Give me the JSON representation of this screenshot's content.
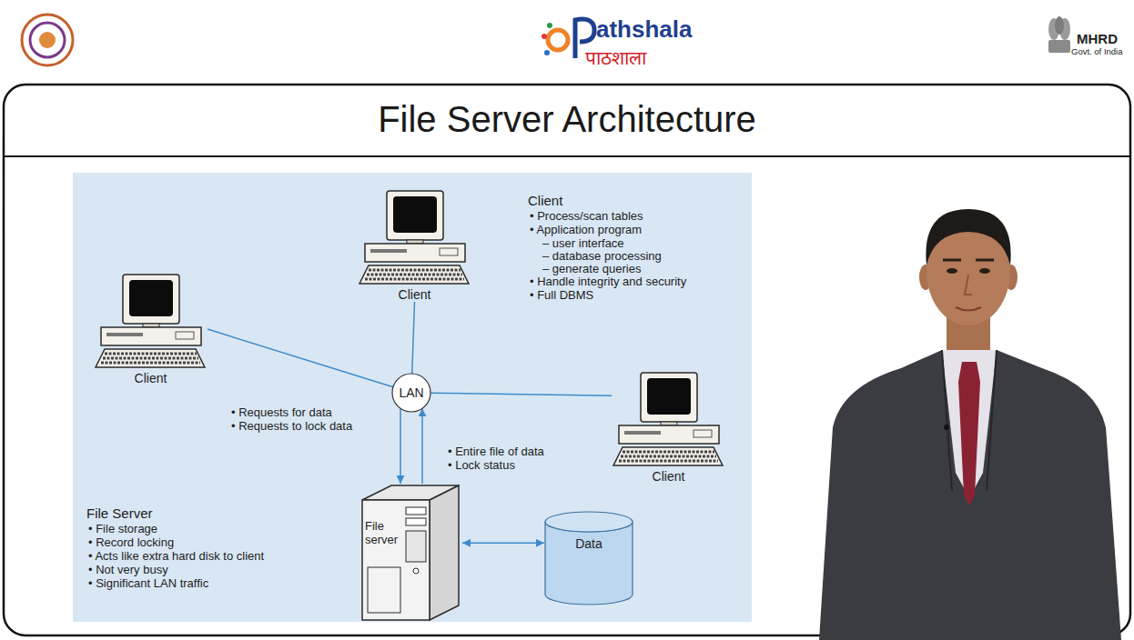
{
  "diagram": {
    "title": "File Server Architecture",
    "nodes": [
      {
        "text": [
          "Client"
        ]
      },
      {
        "text": [
          "Client"
        ]
      },
      {
        "text": [
          "LAN"
        ]
      },
      {
        "text": [
          "Client"
        ]
      },
      {
        "text": [
          "File server"
        ]
      },
      {
        "text": [
          "Data"
        ]
      }
    ],
    "edges": [
      {
        "from": 0,
        "to": 2,
        "arrow": "none"
      },
      {
        "from": 1,
        "to": 2,
        "arrow": "none"
      },
      {
        "from": 2,
        "to": 3,
        "arrow": "none"
      },
      {
        "from": 2,
        "to": 4,
        "arrow": "to"
      },
      {
        "from": 4,
        "to": 2,
        "arrow": "to"
      },
      {
        "from": 4,
        "to": 5,
        "arrow": "both"
      }
    ],
    "labels": [
      "athshala",
      "पाठशाला",
      "MHRD",
      "Govt. of India",
      "Client",
      "• Process/scan tables",
      "• Application program",
      "– user interface",
      "– database processing",
      "– generate queries",
      "• Handle integrity and security",
      "• Full DBMS",
      "• Requests for data",
      "• Requests to lock data",
      "• Entire file of data",
      "• Lock status",
      "File Server",
      "• File storage",
      "• Record locking",
      "• Acts like extra hard disk to client",
      "• Not very busy",
      "• Significant LAN traffic"
    ]
  }
}
